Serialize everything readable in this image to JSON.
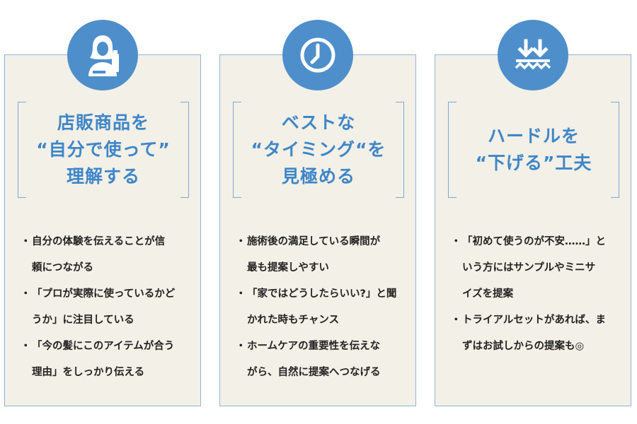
{
  "cards": [
    {
      "icon": "woman-holding-bottle-icon",
      "heading": [
        "店販商品を",
        "“自分で使って”",
        "理解する"
      ],
      "bullets": [
        [
          "自分の体験を伝えることが信",
          "頼につながる"
        ],
        [
          "「プロが実際に使っているかど",
          "うか」に注目している"
        ],
        [
          "「今の髪にこのアイテムが合う",
          "理由」をしっかり伝える"
        ]
      ]
    },
    {
      "icon": "clock-icon",
      "heading": [
        "ベストな",
        "“タイミング“を",
        "見極める"
      ],
      "bullets": [
        [
          "施術後の満足している瞬間が",
          "最も提案しやすい"
        ],
        [
          "「家ではどうしたらいい?」と聞",
          "かれた時もチャンス"
        ],
        [
          "ホームケアの重要性を伝えな",
          "がら、自然に提案へつなげる"
        ]
      ]
    },
    {
      "icon": "lower-threshold-icon",
      "heading": [
        "ハードルを",
        "“下げる”工夫"
      ],
      "bullets": [
        [
          "「初めて使うのが不安……」と",
          "いう方にはサンプルやミニサ",
          "イズを提案"
        ],
        [
          "トライアルセットがあれば、ま",
          "ずはお試しからの提案も◎"
        ]
      ]
    }
  ],
  "colors": {
    "accent_blue": "#4e8fcb",
    "heading_blue": "#3f86c8",
    "card_bg": "#f3f0e7",
    "card_border": "#8fb4d8",
    "text": "#222222"
  }
}
